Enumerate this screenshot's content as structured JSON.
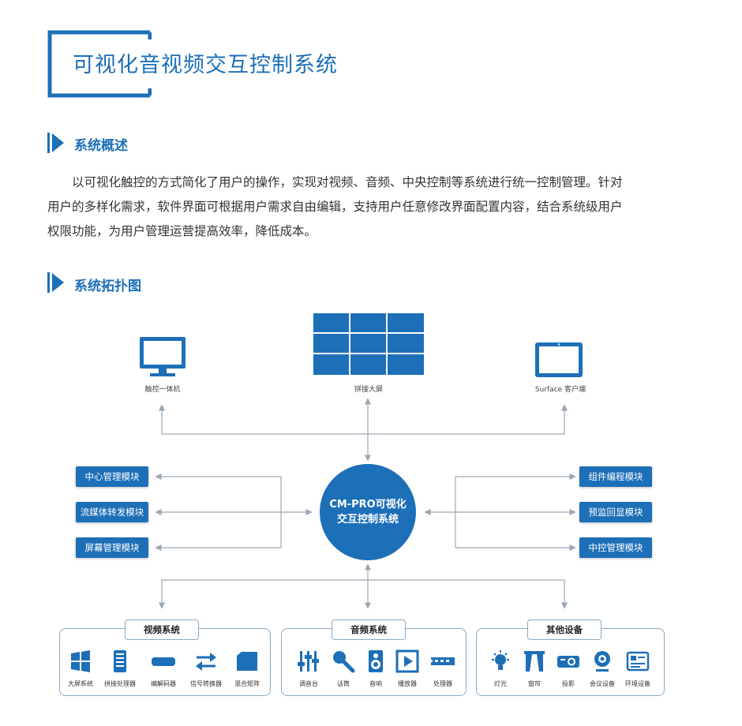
{
  "header": {
    "title": "可视化音视频交互控制系统"
  },
  "overview": {
    "heading": "系统概述",
    "lines": [
      "以可视化触控的方式简化了用户的操作，实现对视频、音频、中央控制等系统进行统一控制管理。针对",
      "用户的多样化需求，软件界面可根据用户需求自由编辑，支持用户任意修改界面配置内容，结合系统级用户",
      "权限功能，为用户管理运营提高效率，降低成本。"
    ]
  },
  "topology": {
    "heading": "系统拓扑图",
    "top_devices": [
      {
        "label": "触控一体机",
        "icon": "monitor-icon"
      },
      {
        "label": "拼接大屏",
        "icon": "video-wall-icon"
      },
      {
        "label": "Surface 客户端",
        "icon": "tablet-icon"
      }
    ],
    "left_modules": [
      "中心管理模块",
      "流媒体转发模块",
      "屏幕管理模块"
    ],
    "right_modules": [
      "组件编程模块",
      "预监回显模块",
      "中控管理模块"
    ],
    "hub": {
      "line1": "CM-PRO可视化",
      "line2": "交互控制系统"
    },
    "groups": [
      {
        "title": "视频系统",
        "items": [
          {
            "label": "大屏系统",
            "icon": "windows-screen-icon"
          },
          {
            "label": "拼接处理器",
            "icon": "processor-icon"
          },
          {
            "label": "编解码器",
            "icon": "codec-icon"
          },
          {
            "label": "信号转换器",
            "icon": "converter-icon"
          },
          {
            "label": "混合矩阵",
            "icon": "matrix-icon"
          }
        ]
      },
      {
        "title": "音频系统",
        "items": [
          {
            "label": "调音台",
            "icon": "mixer-icon"
          },
          {
            "label": "话筒",
            "icon": "microphone-icon"
          },
          {
            "label": "音响",
            "icon": "speaker-icon"
          },
          {
            "label": "播放器",
            "icon": "player-icon"
          },
          {
            "label": "处理器",
            "icon": "audio-processor-icon"
          }
        ]
      },
      {
        "title": "其他设备",
        "items": [
          {
            "label": "灯光",
            "icon": "bulb-icon"
          },
          {
            "label": "窗帘",
            "icon": "curtain-icon"
          },
          {
            "label": "投影",
            "icon": "projector-icon"
          },
          {
            "label": "会议设备",
            "icon": "webcam-icon"
          },
          {
            "label": "环境设备",
            "icon": "env-sensor-icon"
          }
        ]
      }
    ],
    "colors": {
      "primary": "#1d6fb8",
      "line": "#9aa7b5",
      "box_border": "#8aa9c8"
    }
  }
}
